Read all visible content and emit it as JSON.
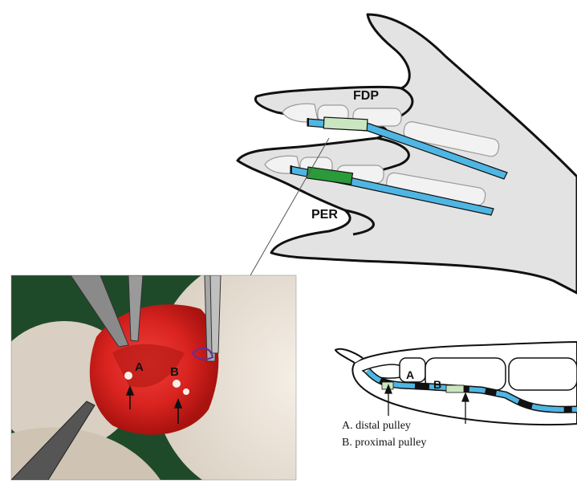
{
  "labels": {
    "fdp": "FDP",
    "per": "PER",
    "pulley_a": "A",
    "pulley_b": "B",
    "photo_a": "A",
    "photo_b": "B"
  },
  "legend": {
    "a": "A. distal pulley",
    "b": "B. proximal pulley"
  },
  "colors": {
    "paw_fill": "#e3e3e3",
    "bone_fill": "#f2f2f2",
    "tendon_blue": "#4fb6e3",
    "tendon_light_green": "#c9e6c1",
    "tendon_dark_green": "#2a9a3a",
    "tendon_black": "#111111",
    "photo_blood": "#d8231f",
    "photo_fur": "#e9e1d6"
  },
  "icons": {
    "forceps": "forceps-icon",
    "arrow": "arrow-up-icon"
  }
}
